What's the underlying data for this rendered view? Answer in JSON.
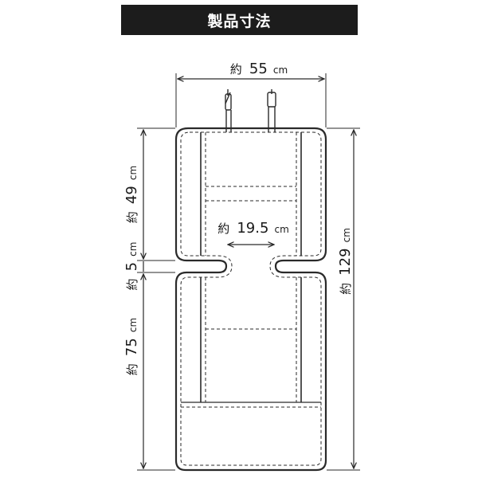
{
  "title": "製品寸法",
  "dimensions": {
    "width_total": {
      "prefix": "約",
      "value": "55",
      "unit": "cm"
    },
    "width_gap": {
      "prefix": "約",
      "value": "19.5",
      "unit": "cm"
    },
    "height_upper": {
      "prefix": "約",
      "value": "49",
      "unit": "cm"
    },
    "height_neck": {
      "prefix": "約",
      "value": "5",
      "unit": "cm"
    },
    "height_lower": {
      "prefix": "約",
      "value": "75",
      "unit": "cm"
    },
    "height_total": {
      "prefix": "約",
      "value": "129",
      "unit": "cm"
    }
  },
  "colors": {
    "line": "#2a2a2a",
    "title_bg": "#1c1c1c",
    "title_text": "#ffffff"
  }
}
